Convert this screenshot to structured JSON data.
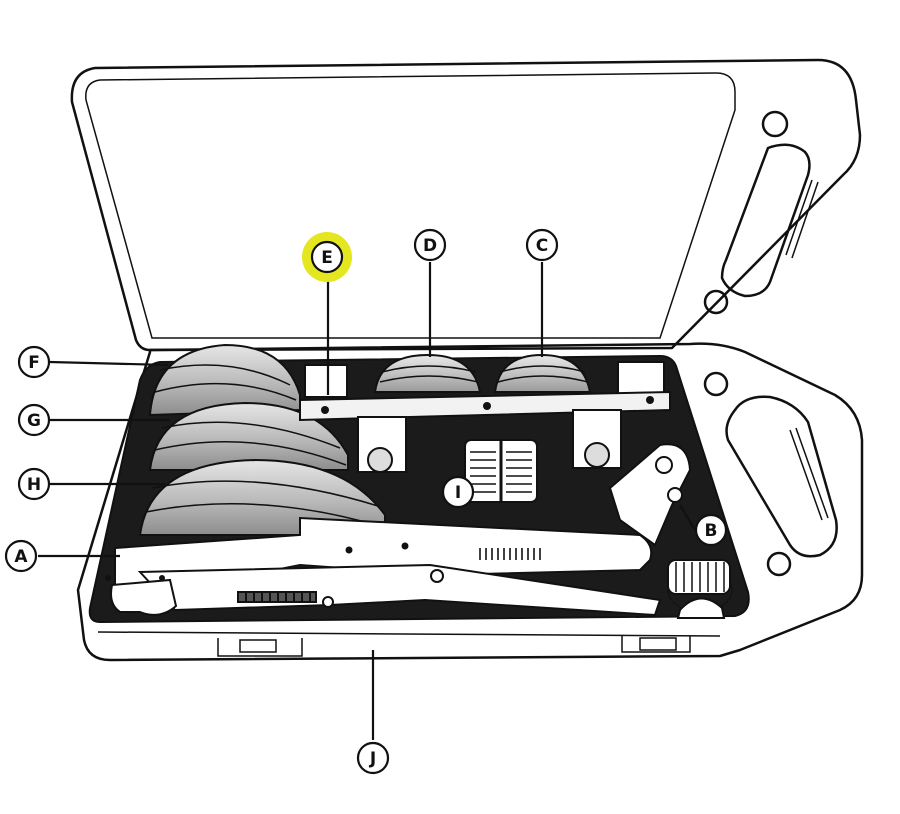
{
  "callouts": {
    "A": {
      "label": "A"
    },
    "B": {
      "label": "B"
    },
    "C": {
      "label": "C"
    },
    "D": {
      "label": "D"
    },
    "E": {
      "label": "E",
      "highlighted": true
    },
    "F": {
      "label": "F"
    },
    "G": {
      "label": "G"
    },
    "H": {
      "label": "H"
    },
    "I": {
      "label": "I"
    },
    "J": {
      "label": "J"
    }
  },
  "colors": {
    "highlight": "#e4e620",
    "tray": "#1b1b1b",
    "outline": "#111111",
    "steel": "#c9c9c9",
    "background": "#ffffff"
  }
}
